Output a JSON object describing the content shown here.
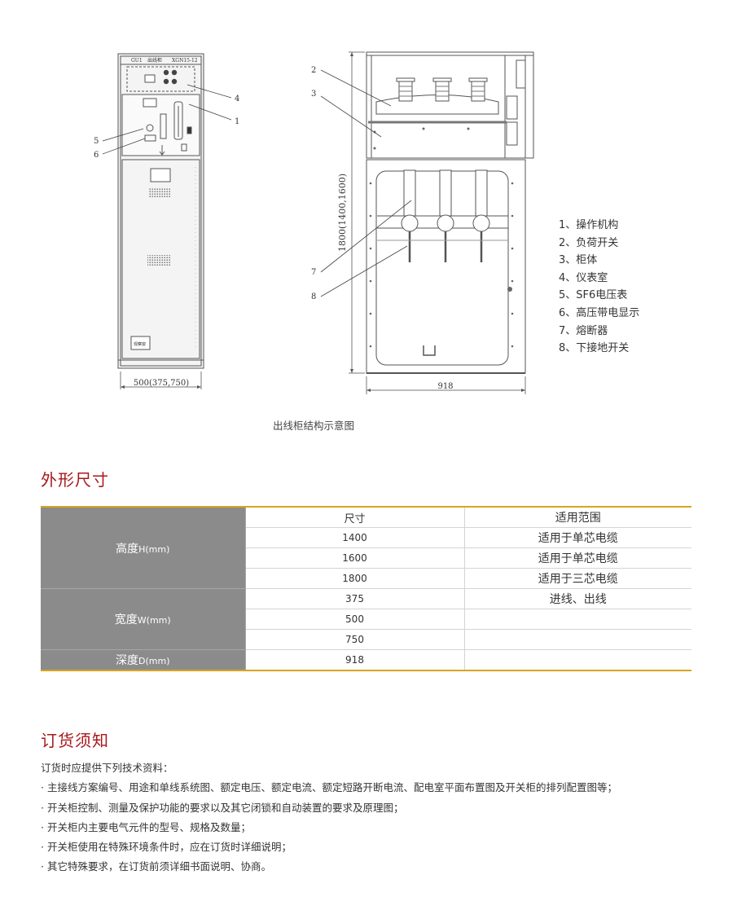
{
  "diagram": {
    "front_panel_text": [
      "GU1",
      "出线柜",
      "XGN15-12"
    ],
    "front_label_plate": "观察窗",
    "width_dimension": "500(375,750)",
    "side_width_dimension": "918",
    "height_dimension": "1800(1400,1600)",
    "callout_numbers": [
      "1",
      "2",
      "3",
      "4",
      "5",
      "6",
      "7",
      "8"
    ]
  },
  "legend": [
    "1、操作机构",
    "2、负荷开关",
    "3、柜体",
    "4、仪表室",
    "5、SF6电压表",
    "6、高压带电显示",
    "7、熔断器",
    "8、下接地开关"
  ],
  "caption": "出线柜结构示意图",
  "dimensions_section": {
    "title": "外形尺寸",
    "col_size": "尺寸",
    "col_scope": "适用范围",
    "groups": [
      {
        "label": "高度",
        "unit": "H(mm)",
        "rows": [
          {
            "size": "1400",
            "scope": "适用于单芯电缆"
          },
          {
            "size": "1600",
            "scope": "适用于单芯电缆"
          },
          {
            "size": "1800",
            "scope": "适用于三芯电缆"
          }
        ]
      },
      {
        "label": "宽度",
        "unit": "W(mm)",
        "rows": [
          {
            "size": "375",
            "scope": "进线、出线"
          },
          {
            "size": "500",
            "scope": ""
          },
          {
            "size": "750",
            "scope": ""
          }
        ]
      },
      {
        "label": "深度",
        "unit": "D(mm)",
        "rows": [
          {
            "size": "918",
            "scope": ""
          }
        ]
      }
    ]
  },
  "order_section": {
    "title": "订货须知",
    "intro": "订货时应提供下列技术资料：",
    "items": [
      "· 主接线方案编号、用途和单线系统图、额定电压、额定电流、额定短路开断电流、配电室平面布置图及开关柜的排列配置图等；",
      "· 开关柜控制、测量及保护功能的要求以及其它闭锁和自动装置的要求及原理图；",
      "· 开关柜内主要电气元件的型号、规格及数量；",
      "· 开关柜使用在特殊环境条件时，应在订货时详细说明；",
      "· 其它特殊要求，在订货前须详细书面说明、协商。"
    ]
  }
}
